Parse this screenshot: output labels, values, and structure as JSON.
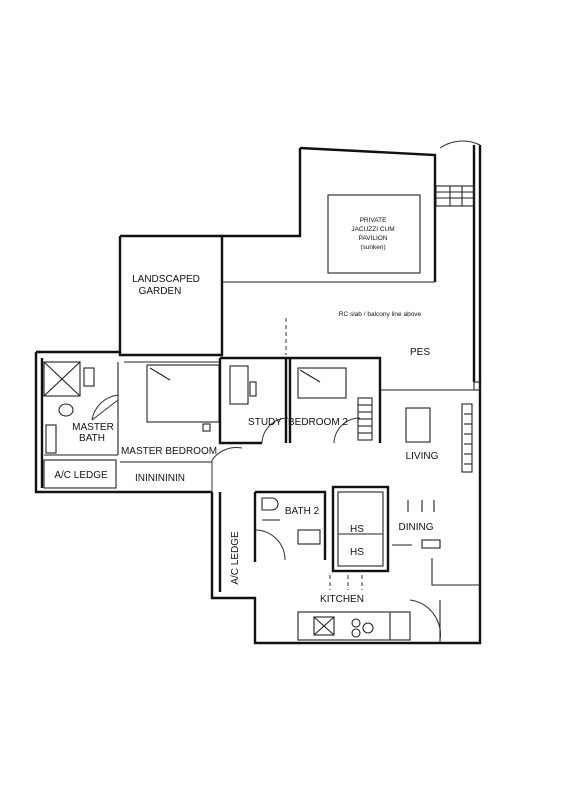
{
  "rooms": {
    "private_jacuzzi_line1": "PRIVATE",
    "private_jacuzzi_line2": "JACUZZI CUM",
    "private_jacuzzi_line3": "PAVILION",
    "private_jacuzzi_line4": "(sunken)",
    "landscaped_garden_line1": "LANDSCAPED",
    "landscaped_garden_line2": "GARDEN",
    "rc_slab_note": "RC slab / balcony line above",
    "pes": "PES",
    "master_bath_line1": "MASTER",
    "master_bath_line2": "BATH",
    "master_bedroom": "MASTER BEDROOM",
    "ac_ledge_1": "A/C LEDGE",
    "study": "STUDY",
    "bedroom_2": "BEDROOM 2",
    "living": "LIVING",
    "bath_2": "BATH 2",
    "hs_1": "HS",
    "hs_2": "HS",
    "dining": "DINING",
    "ac_ledge_2": "A/C LEDGE",
    "kitchen": "KITCHEN"
  }
}
